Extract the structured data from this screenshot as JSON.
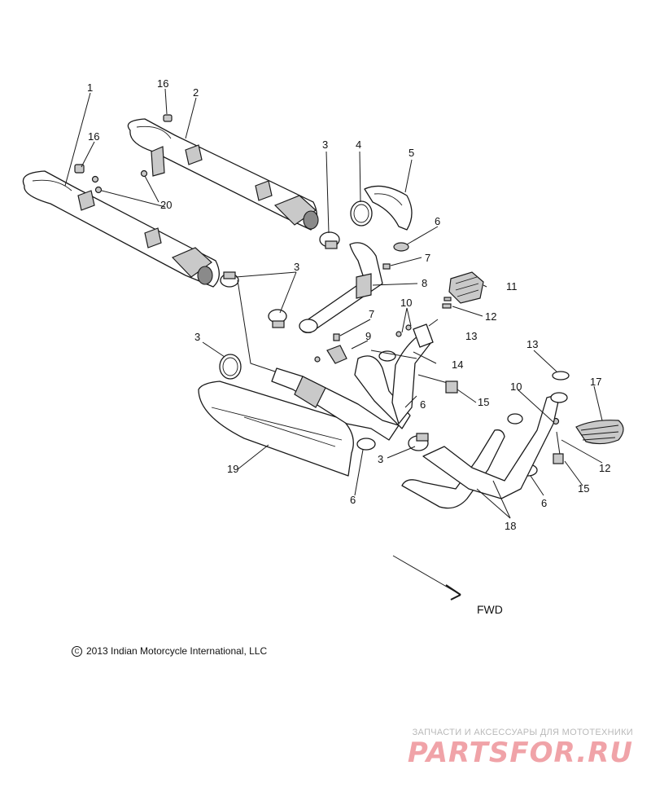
{
  "callouts": {
    "c1": "1",
    "c2": "2",
    "c3a": "3",
    "c3b": "3",
    "c3c": "3",
    "c3d": "3",
    "c4": "4",
    "c5": "5",
    "c6a": "6",
    "c6b": "6",
    "c6c": "6",
    "c6d": "6",
    "c7a": "7",
    "c7b": "7",
    "c8": "8",
    "c9": "9",
    "c10a": "10",
    "c10b": "10",
    "c11": "11",
    "c12a": "12",
    "c12b": "12",
    "c13a": "13",
    "c13b": "13",
    "c14": "14",
    "c15a": "15",
    "c15b": "15",
    "c16a": "16",
    "c16b": "16",
    "c17": "17",
    "c18": "18",
    "c19": "19",
    "c20": "20"
  },
  "direction_label": "FWD",
  "copyright": {
    "symbol": "C",
    "text": "2013 Indian Motorcycle International, LLC"
  },
  "watermark": {
    "tagline": "ЗАПЧАСТИ И АКСЕССУАРЫ ДЛЯ МОТОТЕХНИКИ",
    "logo_text": "PARTSFOR.RU"
  },
  "colors": {
    "line": "#1a1a1a",
    "watermark_logo": "#f0a3a8",
    "watermark_tag": "#b9b9b9"
  }
}
